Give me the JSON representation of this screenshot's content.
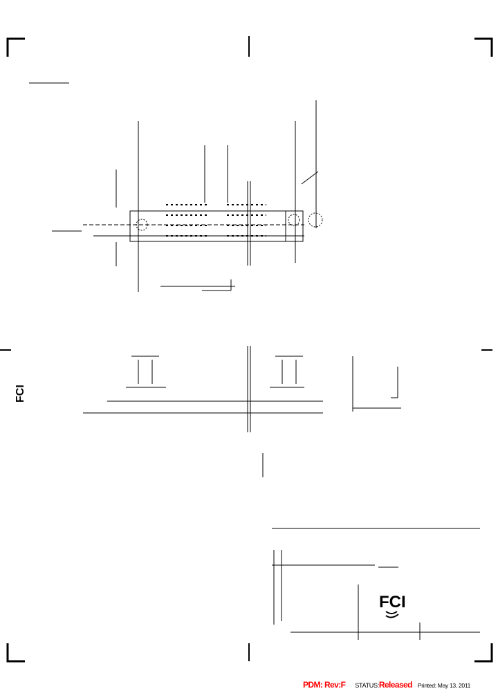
{
  "drawing": {
    "logo_text": "FCI"
  },
  "status_bar": {
    "pdm": "PDM: Rev:F",
    "status_label": "STATUS:",
    "status_value": "Released",
    "printed": "Printed: May 13, 2011",
    "pdm_color": "#ff0000",
    "status_color": "#ff0000"
  }
}
